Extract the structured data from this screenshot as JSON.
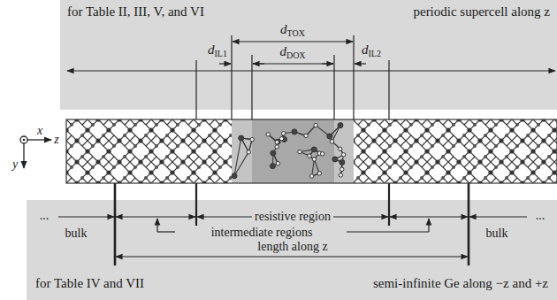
{
  "diagram": {
    "nodes": [
      {
        "text": [
          "for Table II, III, V, and VI",
          "periodic supercell along z"
        ]
      },
      {
        "text": [
          "for Table IV and VII",
          "semi-infinite Ge along −z and +z"
        ]
      }
    ],
    "labels": [
      "x",
      "z",
      "y",
      "dTOX",
      "dIL1",
      "dDOX",
      "dIL2",
      "...",
      "bulk",
      "resistive region",
      "intermediate regions",
      "length along z",
      "bulk",
      "..."
    ]
  }
}
